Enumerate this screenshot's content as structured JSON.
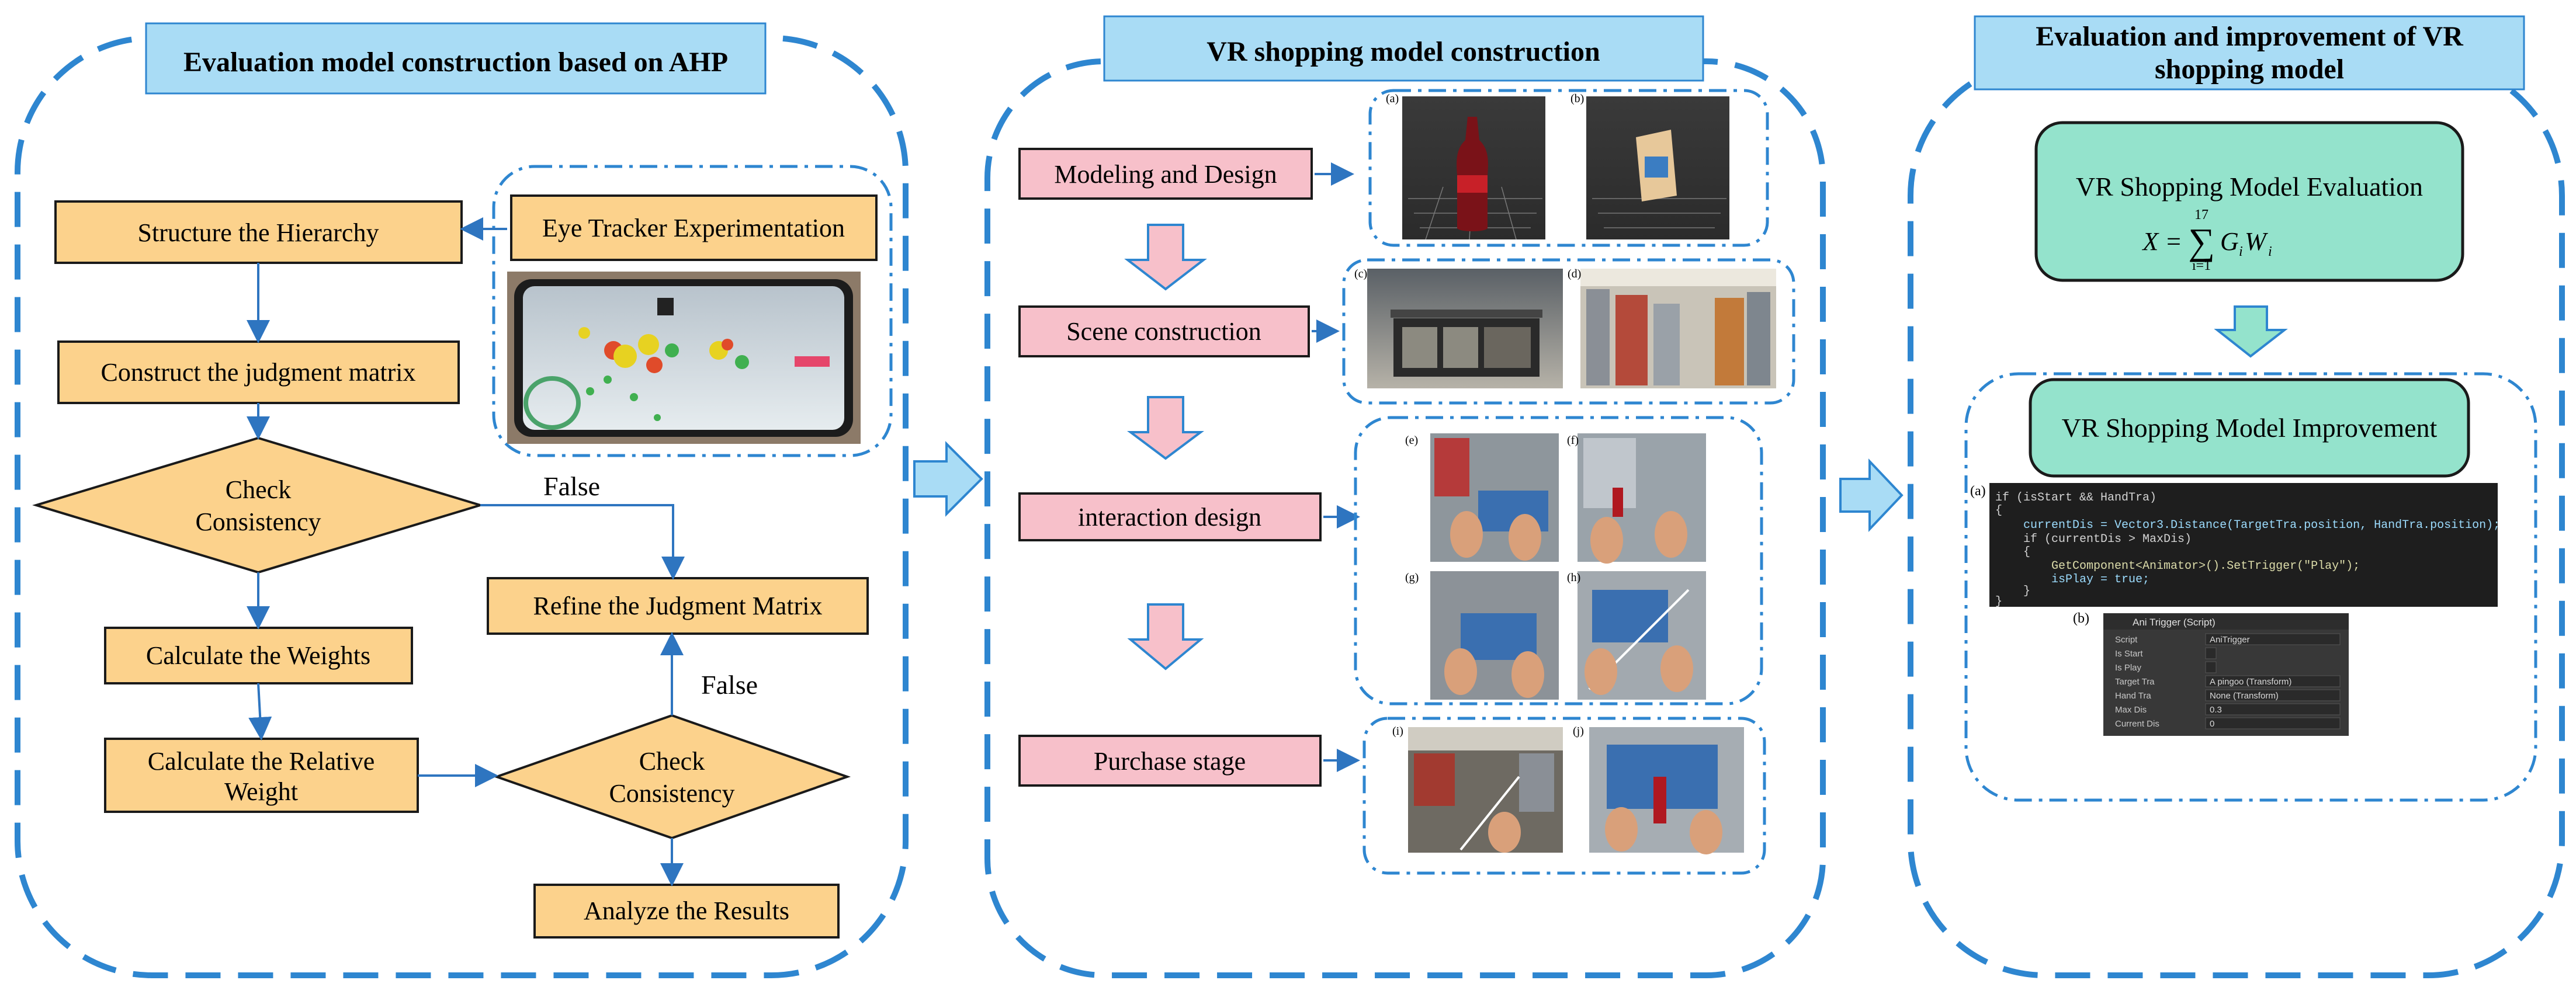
{
  "colors": {
    "panel_border": "#2e86d0",
    "title_bg": "#a9dcf5",
    "orange_box": "#fcd28c",
    "orange_border": "#1a1a1a",
    "pink_box": "#f7c0ca",
    "green_box": "#94e3cc",
    "arrow_fill": "#f7c0ca",
    "arrow_blue": "#a9dcf5",
    "connector": "#2e75c0"
  },
  "panels": {
    "left": {
      "title": "Evaluation model construction based on AHP",
      "eye_tracker_label": "Eye Tracker Experimentation",
      "steps": {
        "structure": "Structure the Hierarchy",
        "construct": "Construct the judgment matrix",
        "check1": [
          "Check",
          "Consistency"
        ],
        "calc_weights": "Calculate the Weights",
        "calc_relative": [
          "Calculate the Relative",
          "Weight"
        ],
        "check2": [
          "Check",
          "Consistency"
        ],
        "refine": "Refine the Judgment Matrix",
        "analyze": "Analyze the Results"
      },
      "false_label_1": "False",
      "false_label_2": "False"
    },
    "middle": {
      "title": "VR shopping model construction",
      "stages": {
        "modeling": "Modeling and Design",
        "scene": "Scene construction",
        "interaction": "interaction design",
        "purchase": "Purchase stage"
      },
      "photo_labels": [
        "(a)",
        "(b)",
        "(c)",
        "(d)",
        "(e)",
        "(f)",
        "(g)",
        "(h)",
        "(i)",
        "(j)"
      ]
    },
    "right": {
      "title": [
        "Evaluation and improvement of VR",
        "shopping model"
      ],
      "evaluation": {
        "label": "VR Shopping Model Evaluation",
        "formula_lhs": "X =",
        "sum_upper": "17",
        "sum_lower": "i=1",
        "sum_symbol": "∑",
        "term": "G",
        "term_sub": "i",
        "term2": "W",
        "term2_sub": "i"
      },
      "improvement": {
        "label": "VR Shopping Model Improvement",
        "code_tag": "(a)",
        "code_lines": [
          "if (isStart && HandTra)",
          "{",
          "    currentDis = Vector3.Distance(TargetTra.position, HandTra.position);",
          "    if (currentDis > MaxDis)",
          "    {",
          "        GetComponent<Animator>().SetTrigger(\"Play\");",
          "        isPlay = true;",
          "    }",
          "}"
        ],
        "inspector_tag": "(b)",
        "inspector_title": "Ani Trigger (Script)",
        "inspector_rows": [
          {
            "key": "Script",
            "value": "AniTrigger"
          },
          {
            "key": "Is Start",
            "value": ""
          },
          {
            "key": "Is Play",
            "value": ""
          },
          {
            "key": "Target Tra",
            "value": "A pingoo (Transform)"
          },
          {
            "key": "Hand Tra",
            "value": "None (Transform)"
          },
          {
            "key": "Max Dis",
            "value": "0.3"
          },
          {
            "key": "Current Dis",
            "value": "0"
          }
        ]
      }
    }
  }
}
